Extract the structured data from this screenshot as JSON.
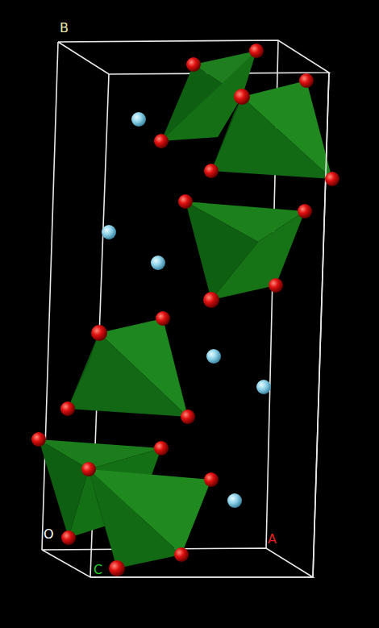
{
  "diagram": {
    "labels": [
      "B",
      "O",
      "C",
      "A"
    ]
  }
}
